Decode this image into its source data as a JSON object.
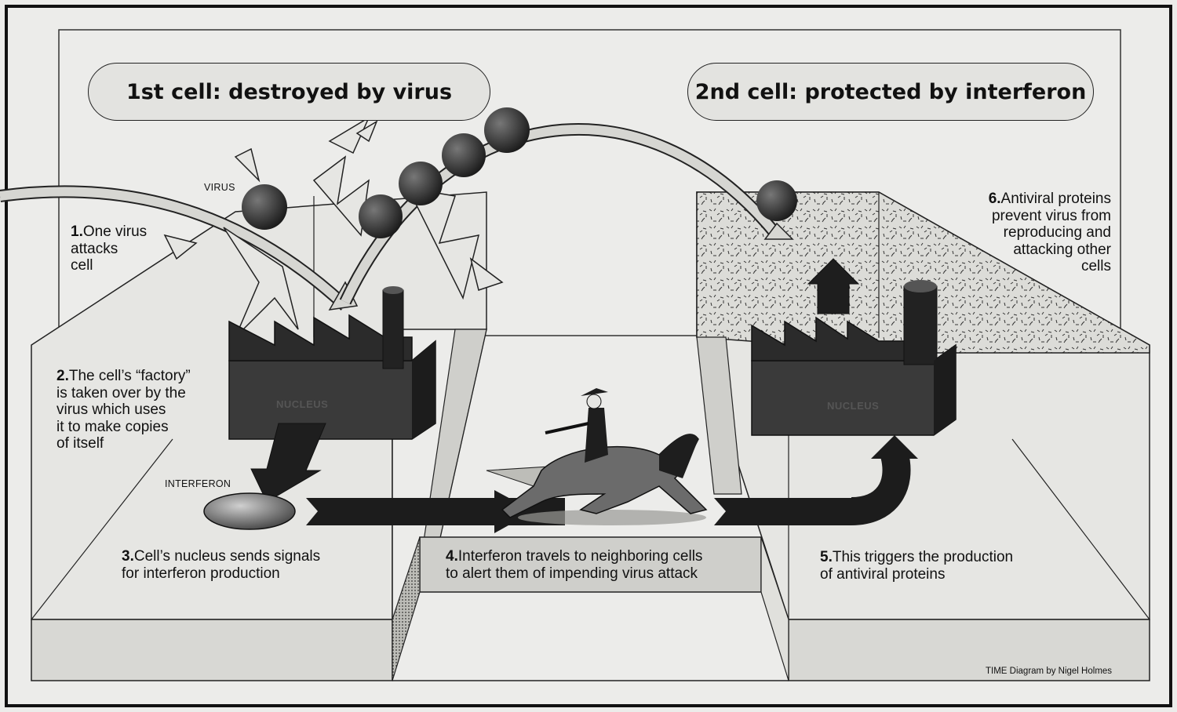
{
  "titles": {
    "cell1": "1st cell: destroyed by virus",
    "cell2": "2nd cell: protected by interferon"
  },
  "labels": {
    "virus": "VIRUS",
    "interferon": "INTERFERON",
    "nucleus_left": "NUCLEUS",
    "nucleus_right": "NUCLEUS"
  },
  "steps": [
    {
      "num": "1.",
      "text": [
        "One virus",
        "attacks",
        "cell"
      ]
    },
    {
      "num": "2.",
      "text": [
        "The cell’s “factory”",
        "is taken over by the",
        "virus which uses",
        "it to make copies",
        "of itself"
      ]
    },
    {
      "num": "3.",
      "text": [
        "Cell’s nucleus sends signals",
        "for interferon production"
      ]
    },
    {
      "num": "4.",
      "text": [
        "Interferon travels to neighboring cells",
        "to alert them of impending virus attack"
      ]
    },
    {
      "num": "5.",
      "text": [
        "This triggers the production",
        "of antiviral proteins"
      ]
    },
    {
      "num": "6.",
      "text": [
        "Antiviral proteins",
        "prevent virus from",
        "reproducing and",
        "attacking other",
        "cells"
      ]
    }
  ],
  "credit": "TIME Diagram by Nigel Holmes"
}
